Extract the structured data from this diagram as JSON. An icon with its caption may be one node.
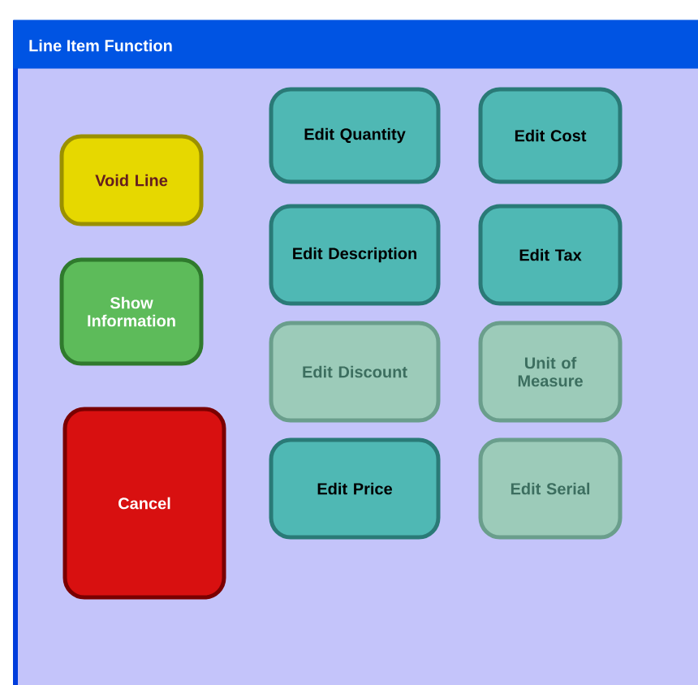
{
  "diagram": {
    "title": "Line Item Function",
    "nodes": [
      {
        "text": [
          "Void Line"
        ]
      },
      {
        "text": [
          "Show Information"
        ]
      },
      {
        "text": [
          "Cancel"
        ]
      },
      {
        "text": [
          "Edit Quantity"
        ]
      },
      {
        "text": [
          "Edit Cost"
        ]
      },
      {
        "text": [
          "Edit Description"
        ]
      },
      {
        "text": [
          "Edit Tax"
        ]
      },
      {
        "text": [
          "Edit Discount"
        ]
      },
      {
        "text": [
          "Unit of Measure"
        ]
      },
      {
        "text": [
          "Edit Price"
        ]
      },
      {
        "text": [
          "Edit Serial"
        ]
      }
    ]
  }
}
